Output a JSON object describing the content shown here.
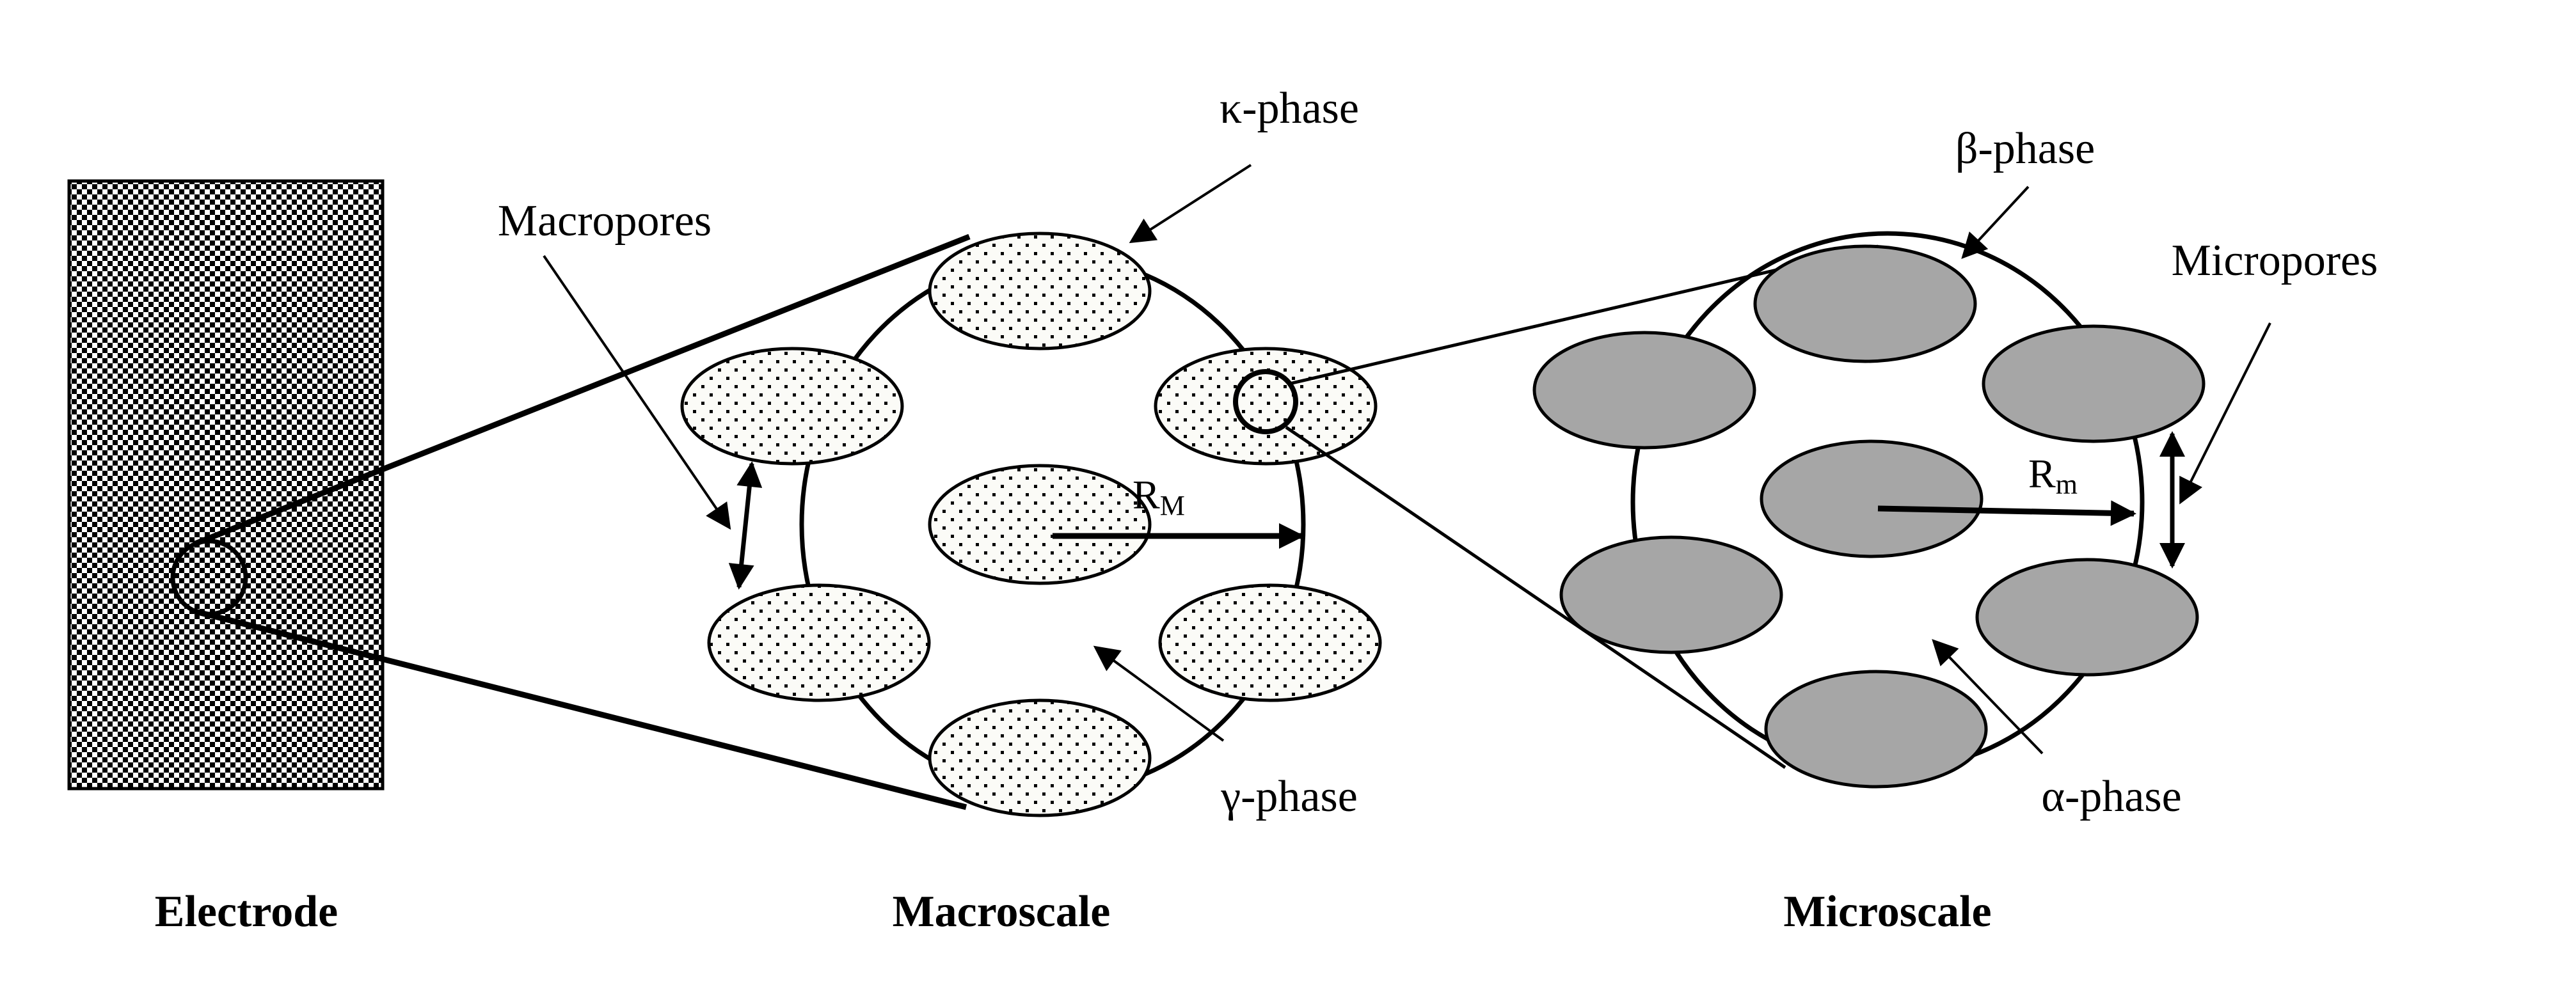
{
  "labels": {
    "kappa_phase": "κ-phase",
    "beta_phase": "β-phase",
    "gamma_phase": "γ-phase",
    "alpha_phase": "α-phase",
    "macropores": "Macropores",
    "micropores": "Micropores",
    "radius_macro_base": "R",
    "radius_macro_sub": "M",
    "radius_micro_base": "R",
    "radius_micro_sub": "m"
  },
  "titles": {
    "electrode": "Electrode",
    "macroscale": "Macroscale",
    "microscale": "Microscale"
  },
  "colors": {
    "checker_dark": "#000000",
    "checker_light": "#ffffff",
    "dot_fill": "#000000",
    "dotted_bg": "#fbfbf7",
    "micro_particle": "#a6a6a6",
    "stroke": "#000000"
  }
}
